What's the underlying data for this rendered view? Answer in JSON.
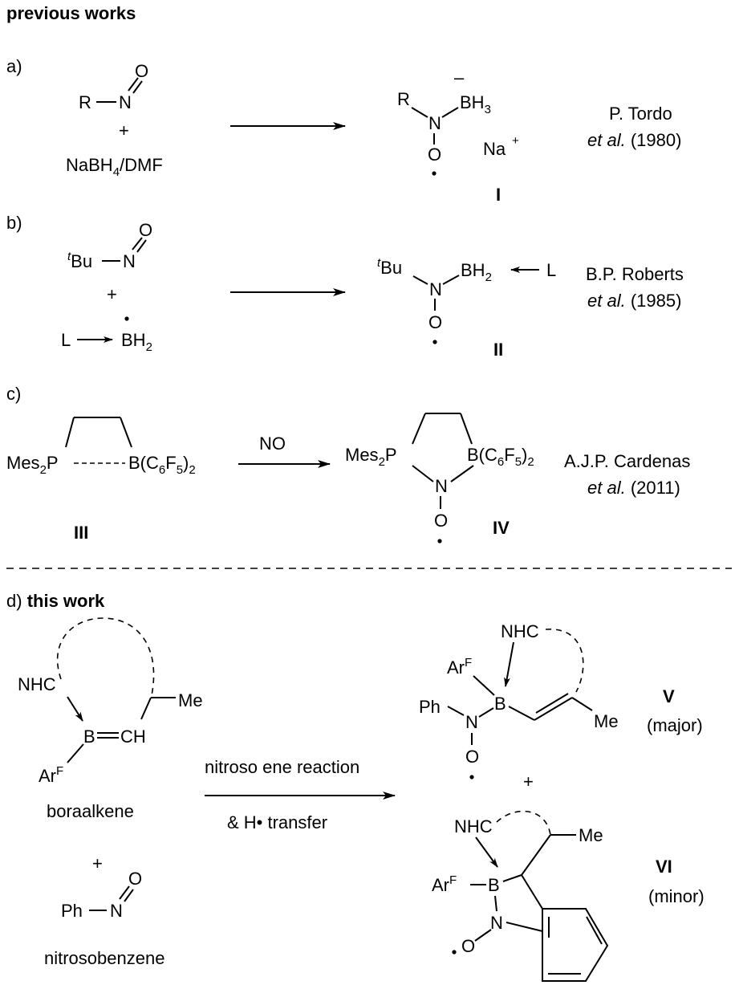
{
  "heading": "previous works",
  "panel_a": {
    "label": "a)",
    "reactant": {
      "r": "R",
      "n": "N",
      "o": "O",
      "plus": "+",
      "reagent_main": "NaBH",
      "reagent_sub": "4",
      "reagent_tail": "/DMF"
    },
    "product": {
      "r": "R",
      "bh": "BH",
      "bh_sub": "3",
      "minus": "–",
      "n": "N",
      "o": "O",
      "na": "Na",
      "na_charge": "+",
      "roman": "I"
    },
    "ref_author": "P. Tordo",
    "ref_etal": "et al.",
    "ref_year": " (1980)"
  },
  "panel_b": {
    "label": "b)",
    "reactant": {
      "t": "t",
      "bu": "Bu",
      "n": "N",
      "o": "O",
      "plus": "+",
      "l": "L",
      "bh": "BH",
      "bh_sub": "2"
    },
    "product": {
      "t": "t",
      "bu": "Bu",
      "bh": "BH",
      "bh_sub": "2",
      "l": "L",
      "n": "N",
      "o": "O",
      "roman": "II"
    },
    "ref_author": "B.P. Roberts",
    "ref_etal": "et al.",
    "ref_year": " (1985)"
  },
  "panel_c": {
    "label": "c)",
    "reagent": "NO",
    "reactant": {
      "mes": "Mes",
      "mes_sub": "2",
      "p": "P",
      "b": "B(C",
      "b_sub1": "6",
      "b_mid": "F",
      "b_sub2": "5",
      "b_close": ")",
      "b_sub3": "2",
      "roman": "III"
    },
    "product": {
      "mes": "Mes",
      "mes_sub": "2",
      "p": "P",
      "b": "B(C",
      "b_sub1": "6",
      "b_mid": "F",
      "b_sub2": "5",
      "b_close": ")",
      "b_sub3": "2",
      "n": "N",
      "o": "O",
      "roman": "IV"
    },
    "ref_author": "A.J.P. Cardenas",
    "ref_etal": "et al.",
    "ref_year": " (2011)"
  },
  "panel_d": {
    "label": "d) ",
    "label_bold": "this work",
    "boraalkene": {
      "nhc": "NHC",
      "me": "Me",
      "b": "B",
      "ch": "CH",
      "ar": "Ar",
      "ar_sup": "F",
      "name": "boraalkene"
    },
    "plus1": "+",
    "nitrosobenzene": {
      "ph": "Ph",
      "n": "N",
      "o": "O",
      "name": "nitrosobenzene"
    },
    "arrow_top": "nitroso ene reaction",
    "arrow_bottom": "& H• transfer",
    "product_v": {
      "nhc": "NHC",
      "ar": "Ar",
      "ar_sup": "F",
      "ph": "Ph",
      "b": "B",
      "n": "N",
      "o": "O",
      "me": "Me",
      "roman": "V",
      "note": "(major)"
    },
    "plus2": "+",
    "product_vi": {
      "nhc": "NHC",
      "me": "Me",
      "ar": "Ar",
      "ar_sup": "F",
      "b": "B",
      "n": "N",
      "o": "O",
      "roman": "VI",
      "note": "(minor)"
    }
  }
}
